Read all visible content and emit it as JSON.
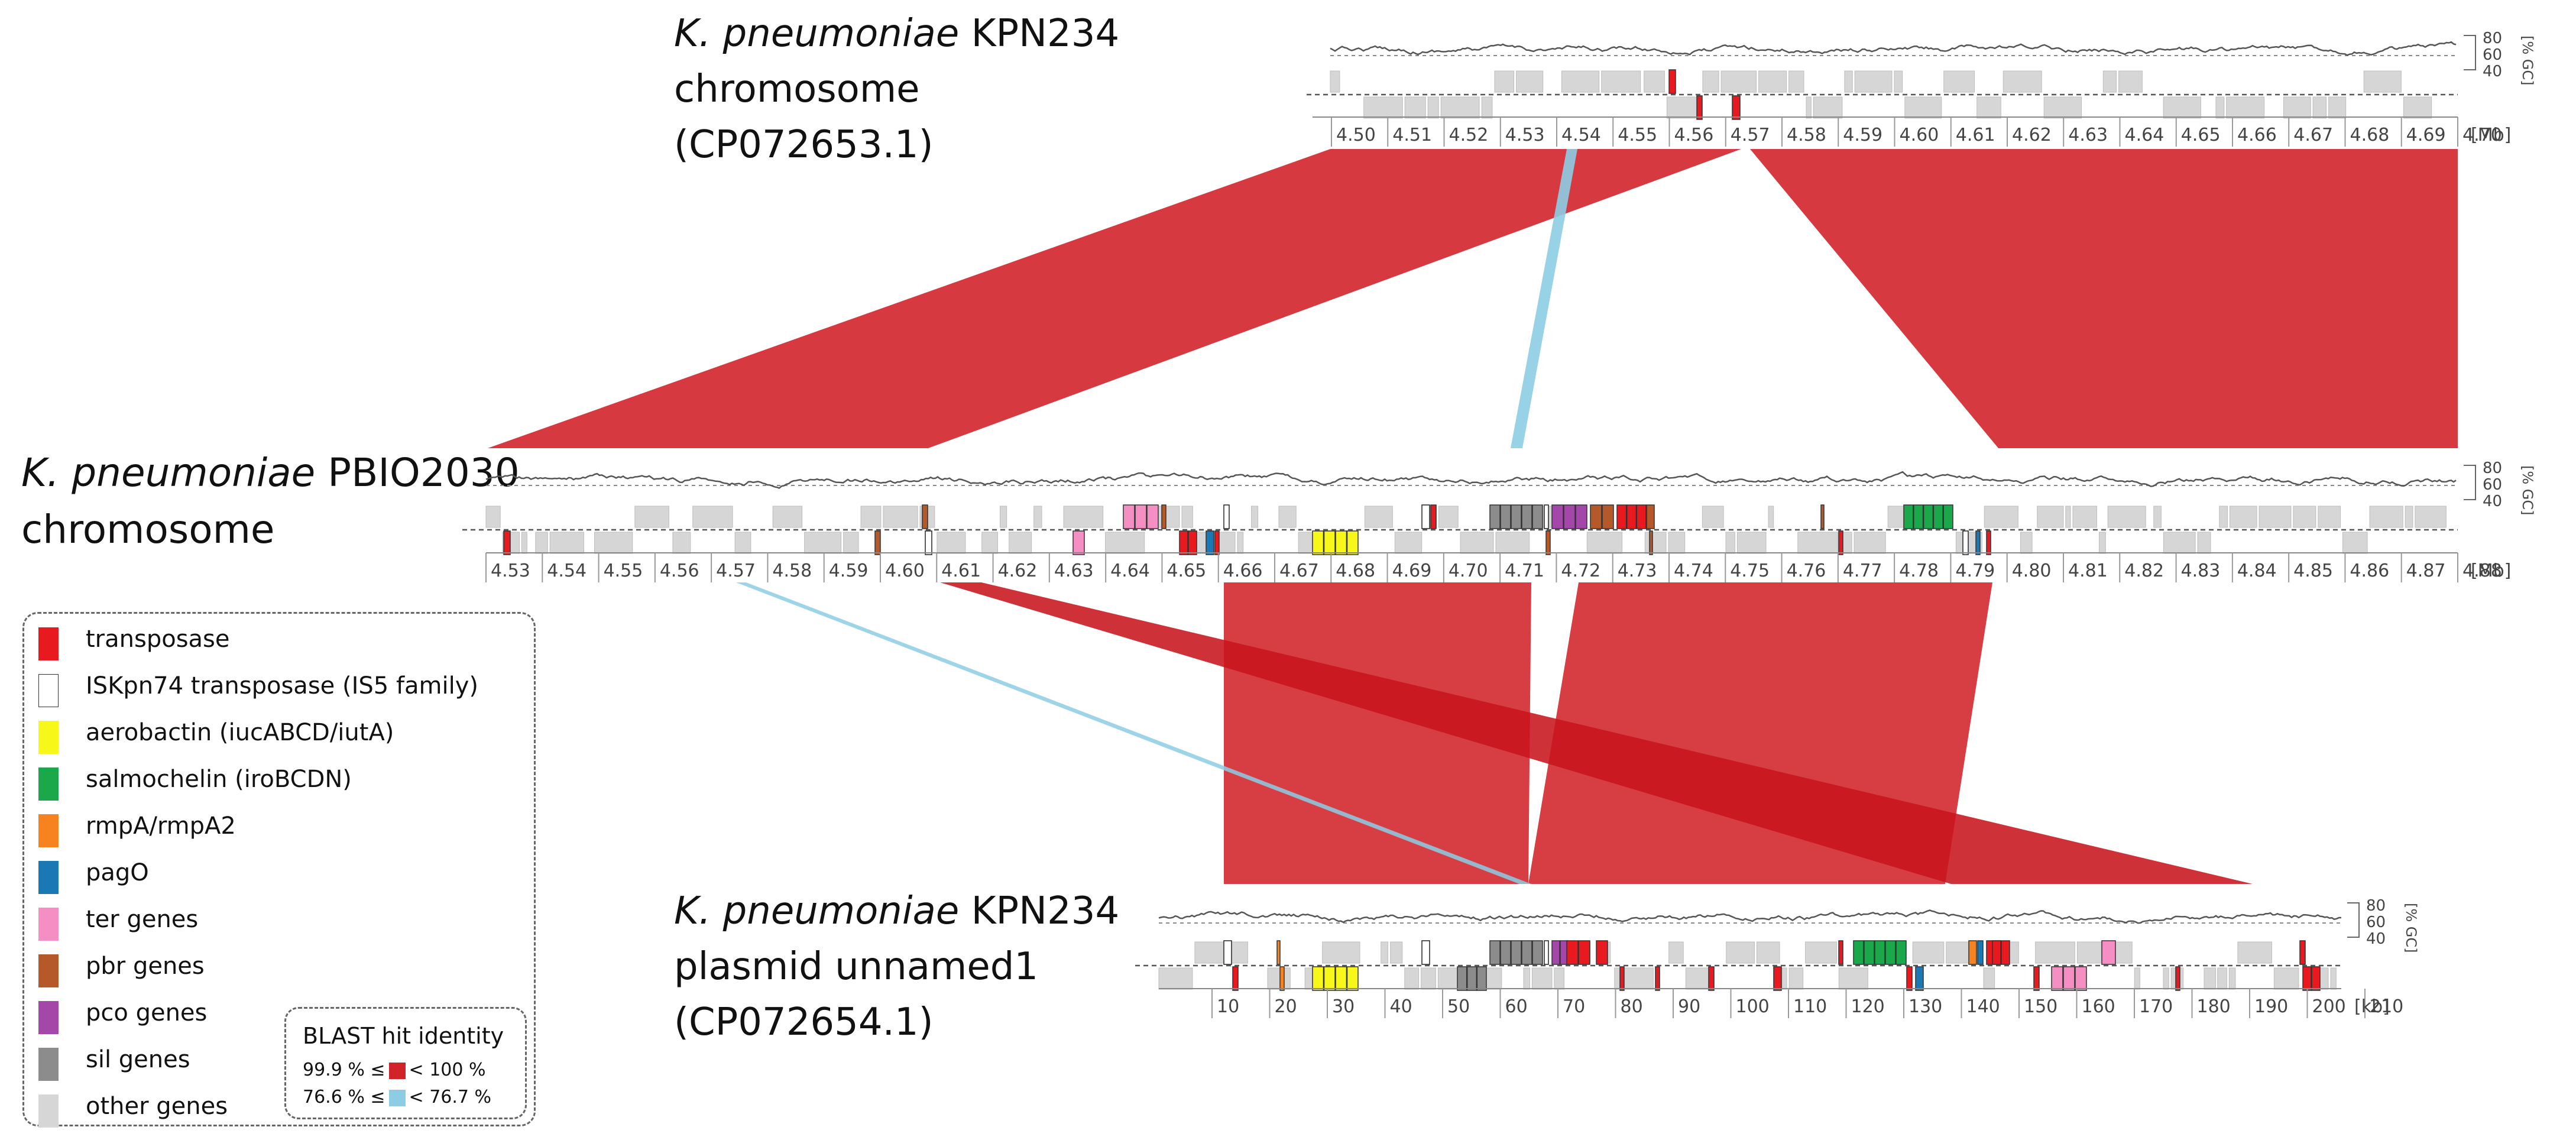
{
  "genomes": {
    "top": {
      "species": "K. pneumoniae",
      "strain": "KPN234",
      "line2": "chromosome",
      "line3": "(CP072653.1)"
    },
    "middle": {
      "species": "K. pneumoniae",
      "strain": "PBIO2030",
      "line2": "chromosome"
    },
    "bottom": {
      "species": "K. pneumoniae",
      "strain": "KPN234",
      "line2": "plasmid unnamed1",
      "line3": "(CP072654.1)"
    }
  },
  "axes": {
    "top": {
      "unit": "[Mb]",
      "ticks": [
        "4.50",
        "4.51",
        "4.52",
        "4.53",
        "4.54",
        "4.55",
        "4.56",
        "4.57",
        "4.58",
        "4.59",
        "4.60",
        "4.61",
        "4.62",
        "4.63",
        "4.64",
        "4.65",
        "4.66",
        "4.67",
        "4.68",
        "4.69",
        "4.70"
      ]
    },
    "middle": {
      "unit": "[Mb]",
      "ticks": [
        "4.53",
        "4.54",
        "4.55",
        "4.56",
        "4.57",
        "4.58",
        "4.59",
        "4.60",
        "4.61",
        "4.62",
        "4.63",
        "4.64",
        "4.65",
        "4.66",
        "4.67",
        "4.68",
        "4.69",
        "4.70",
        "4.71",
        "4.72",
        "4.73",
        "4.74",
        "4.75",
        "4.76",
        "4.77",
        "4.78",
        "4.79",
        "4.80",
        "4.81",
        "4.82",
        "4.83",
        "4.84",
        "4.85",
        "4.86",
        "4.87",
        "4.88"
      ]
    },
    "bottom": {
      "unit": "[kb]",
      "ticks": [
        "10",
        "20",
        "30",
        "40",
        "50",
        "60",
        "70",
        "80",
        "90",
        "100",
        "110",
        "120",
        "130",
        "140",
        "150",
        "160",
        "170",
        "180",
        "190",
        "200",
        "210"
      ]
    }
  },
  "gc": {
    "label": "[% GC]",
    "ticks": [
      "80",
      "60",
      "40"
    ]
  },
  "legend": {
    "items": [
      {
        "label": "transposase",
        "color": "#e8191f"
      },
      {
        "label": "ISKpn74 transposase (IS5 family)",
        "color": "#ffffff"
      },
      {
        "label": "aerobactin (iucABCD/iutA)",
        "color": "#f7f71a"
      },
      {
        "label": "salmochelin (iroBCDN)",
        "color": "#1aa84a"
      },
      {
        "label": "rmpA/rmpA2",
        "color": "#f6831f"
      },
      {
        "label": "pagO",
        "color": "#1a78b4"
      },
      {
        "label": "ter genes",
        "color": "#f58fc3"
      },
      {
        "label": "pbr genes",
        "color": "#b5582a"
      },
      {
        "label": "pco genes",
        "color": "#a347a8"
      },
      {
        "label": "sil genes",
        "color": "#8c8c8c"
      },
      {
        "label": "other genes",
        "color": "#d6d6d6"
      }
    ],
    "blast": {
      "title": "BLAST hit identity",
      "high": {
        "from": "99.9 % ≤",
        "to": "< 100 %",
        "color": "#d2232a"
      },
      "low": {
        "from": "76.6 % ≤",
        "to": "< 76.7 %",
        "color": "#8ccde4"
      }
    }
  }
}
